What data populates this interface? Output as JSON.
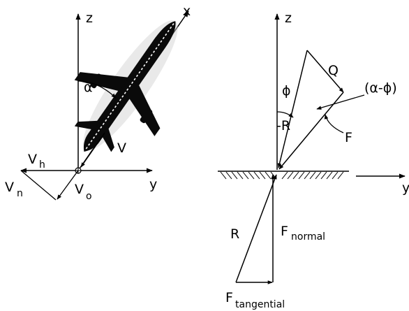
{
  "left_diagram": {
    "z_label": "z",
    "x_label": "x",
    "y_label": "y",
    "alpha_label": "α",
    "v_label": "V",
    "vh_main": "V",
    "vh_sub": "h",
    "vn_main": "V",
    "vn_sub": "n",
    "vo_main": "V",
    "vo_sub": "o"
  },
  "right_diagram": {
    "z_label": "z",
    "y_label": "y",
    "phi_label": "ϕ",
    "q_label": "Q",
    "alpha_phi_label": "(α-ϕ)",
    "neg_r_label": "-R",
    "f_label": "F",
    "r_label": "R",
    "fn_main": "F",
    "fn_sub": "normal",
    "ft_main": "F",
    "ft_sub": "tangential"
  }
}
